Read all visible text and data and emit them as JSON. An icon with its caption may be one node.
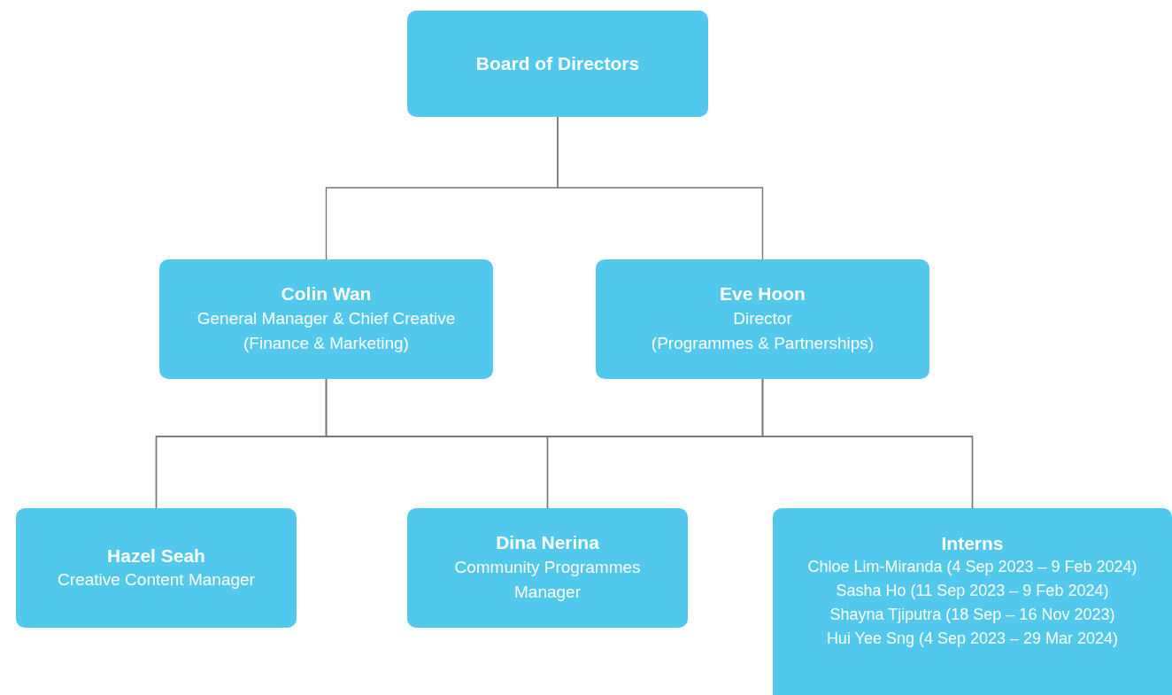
{
  "diagram": {
    "nodes": [
      {
        "text": [
          "Board of Directors"
        ]
      },
      {
        "text": [
          "Colin Wan",
          "General Manager & Chief Creative",
          "(Finance & Marketing)"
        ]
      },
      {
        "text": [
          "Eve Hoon",
          "Director",
          "(Programmes & Partnerships)"
        ]
      },
      {
        "text": [
          "Hazel Seah",
          "Creative Content Manager"
        ]
      },
      {
        "text": [
          "Dina Nerina",
          "Community Programmes Manager"
        ]
      },
      {
        "text": [
          "Interns",
          "Chloe Lim-Miranda (4 Sep 2023 – 9 Feb 2024)",
          "Sasha Ho (11 Sep 2023 – 9 Feb 2024)",
          "Shayna Tjiputra (18 Sep – 16 Nov 2023)",
          "Hui Yee Sng (4 Sep 2023 – 29 Mar 2024)"
        ]
      }
    ],
    "edges": [
      {
        "from": 0,
        "to": 1,
        "arrow": "none"
      },
      {
        "from": 0,
        "to": 2,
        "arrow": "none"
      },
      {
        "from": 1,
        "to": 3,
        "arrow": "none"
      },
      {
        "from": 1,
        "to": 4,
        "arrow": "none"
      },
      {
        "from": 1,
        "to": 5,
        "arrow": "none"
      },
      {
        "from": 2,
        "to": 3,
        "arrow": "none"
      },
      {
        "from": 2,
        "to": 4,
        "arrow": "none"
      },
      {
        "from": 2,
        "to": 5,
        "arrow": "none"
      }
    ]
  }
}
